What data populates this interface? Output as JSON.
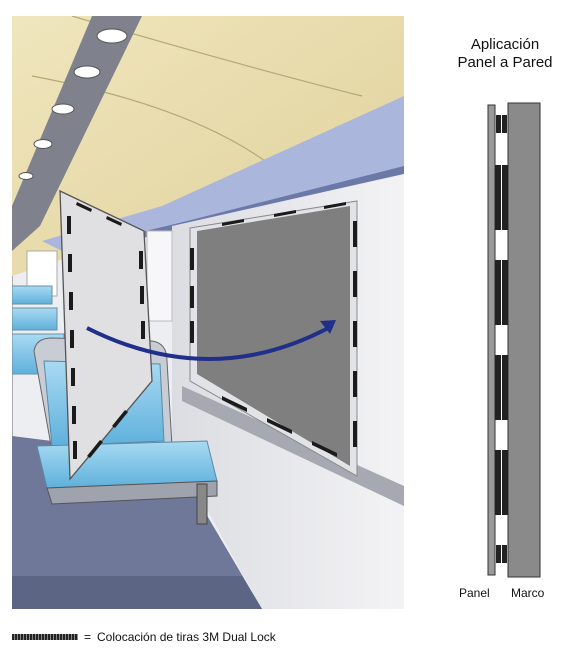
{
  "side_view": {
    "title_line1": "Aplicación",
    "title_line2": "Panel a Pared",
    "label_panel": "Panel",
    "label_frame": "Marco"
  },
  "legend": {
    "equals": "=",
    "text": "Colocación de tiras 3M Dual Lock"
  },
  "colors": {
    "ceiling": "#ece0b0",
    "wall_panel": "#7f7f7f",
    "seat": "#8ecae8",
    "arrow": "#1f2f8a",
    "floor": "#6f7898"
  }
}
